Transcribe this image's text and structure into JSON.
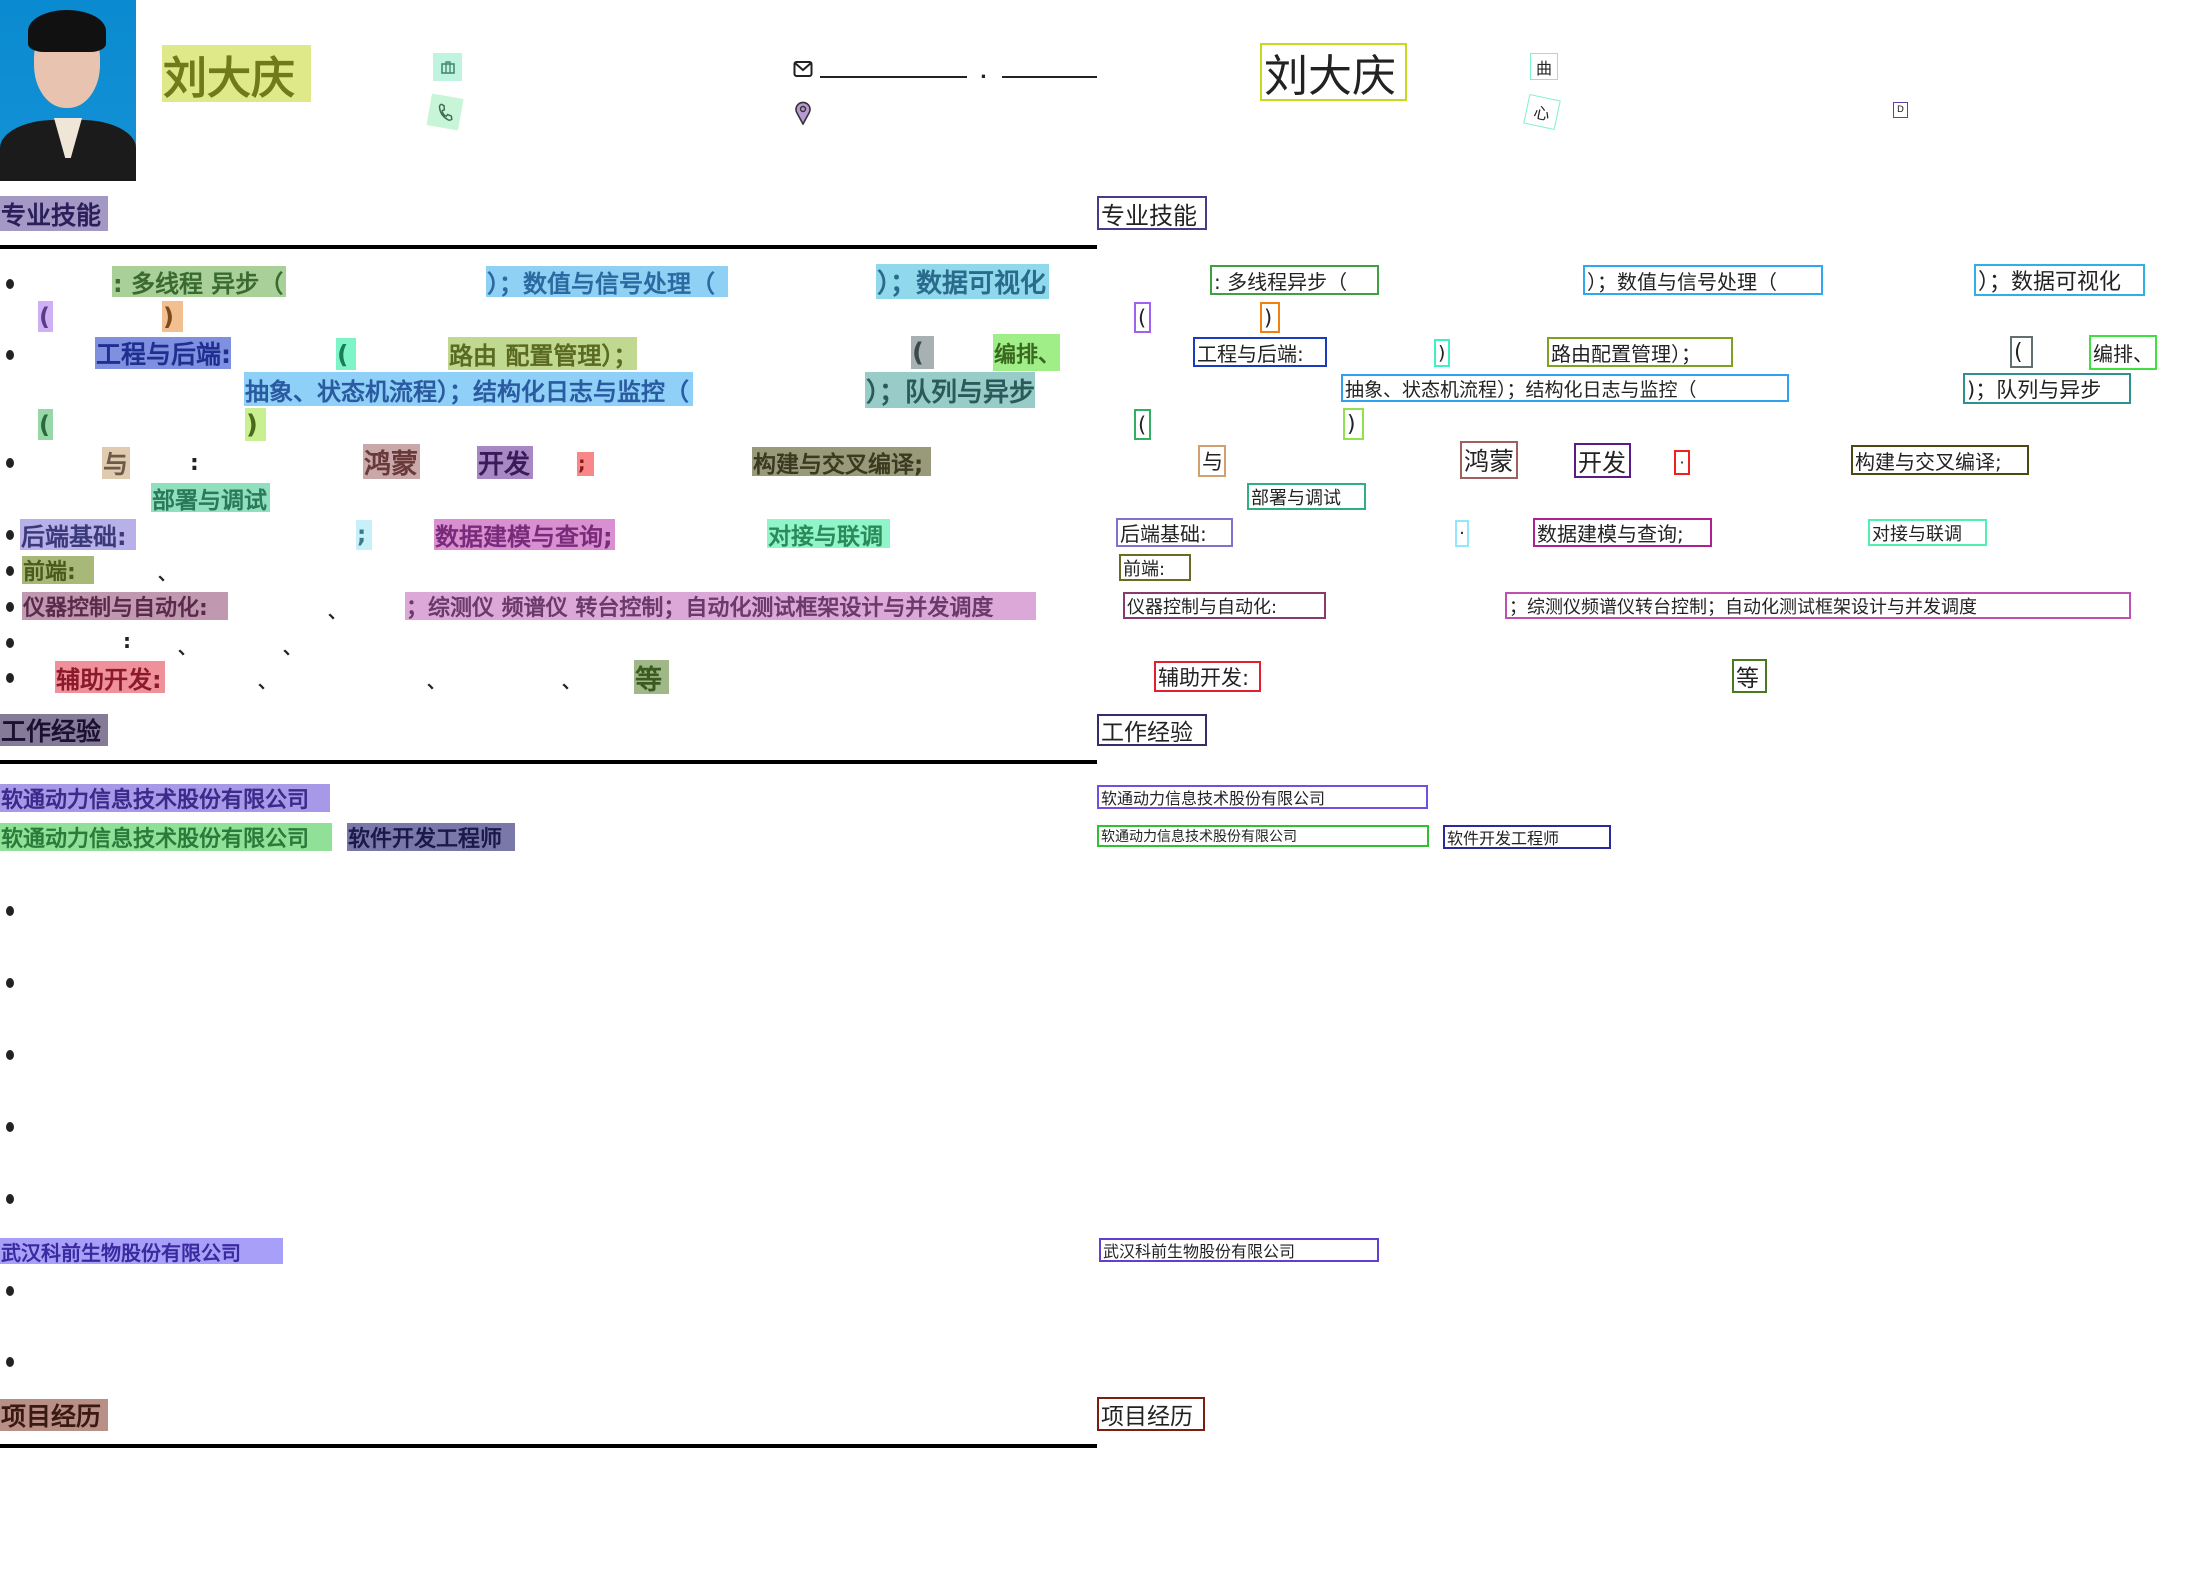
{
  "header": {
    "name": "刘大庆",
    "email_dot": ".",
    "right_name": "刘大庆",
    "right_briefcase_glyph": "曲",
    "right_phone_glyph": "心",
    "right_pin_glyph": "D"
  },
  "sections": {
    "skills": "专业技能",
    "work": "工作经验",
    "projects": "项目经历"
  },
  "skills_left": {
    "r1a": ": 多线程 异步（",
    "r1b": "）；数值与信号处理（",
    "r1c": "）；数据可视化",
    "r2a": "(",
    "r2b": ")",
    "r3a": "工程与后端:",
    "r3b": "(",
    "r3c": "路由 配置管理）；",
    "r3d": "(",
    "r3e": "编排、",
    "r4a": "抽象、状态机流程）；结构化日志与监控（",
    "r4b": "）；队列与异步",
    "r5a": "(",
    "r5b": ")",
    "r6a": "与",
    "r6b": ":",
    "r6c": "鸿蒙",
    "r6d": "开发",
    "r6e": ";",
    "r6f": "构建与交叉编译;",
    "r7a": "部署与调试",
    "r8a": "后端基础:",
    "r8b": ";",
    "r8c": "数据建模与查询;",
    "r8d": "对接与联调",
    "r9a": "前端:",
    "r9b": "、",
    "r10a": "仪器控制与自动化:",
    "r10b": "、",
    "r10c": "；综测仪 频谱仪 转台控制；自动化测试框架设计与并发调度",
    "r11a": ":",
    "r11b": "、",
    "r11c": "、",
    "r12a": "辅助开发:",
    "r12b": "、",
    "r12c": "、",
    "r12d": "、",
    "r12e": "等"
  },
  "skills_right": {
    "r1a": ": 多线程异步（",
    "r1b": "）；数值与信号处理（",
    "r1c": "）；数据可视化",
    "r2a": "(",
    "r2b": ")",
    "r3a": "工程与后端:",
    "r3b": ")",
    "r3c": "路由配置管理）；",
    "r3d": "(",
    "r3e": "编排、",
    "r4a": "抽象、状态机流程）；结构化日志与监控（",
    "r4b": ")；队列与异步",
    "r5a": "(",
    "r5b": ")",
    "r6a": "与",
    "r6c": "鸿蒙",
    "r6d": "开发",
    "r6e": "·",
    "r6f": "构建与交叉编译;",
    "r7a": "部署与调试",
    "r8a": "后端基础:",
    "r8b": "·",
    "r8c": "数据建模与查询;",
    "r8d": "对接与联调",
    "r9a": "前端:",
    "r10a": "仪器控制与自动化:",
    "r10c": "；综测仪频谱仪转台控制；自动化测试框架设计与并发调度",
    "r12a": "辅助开发:",
    "r12e": "等"
  },
  "work": {
    "company1": "软通动力信息技术股份有限公司",
    "company1_repeat": "软通动力信息技术股份有限公司",
    "role1": "软件开发工程师",
    "company2": "武汉科前生物股份有限公司"
  }
}
